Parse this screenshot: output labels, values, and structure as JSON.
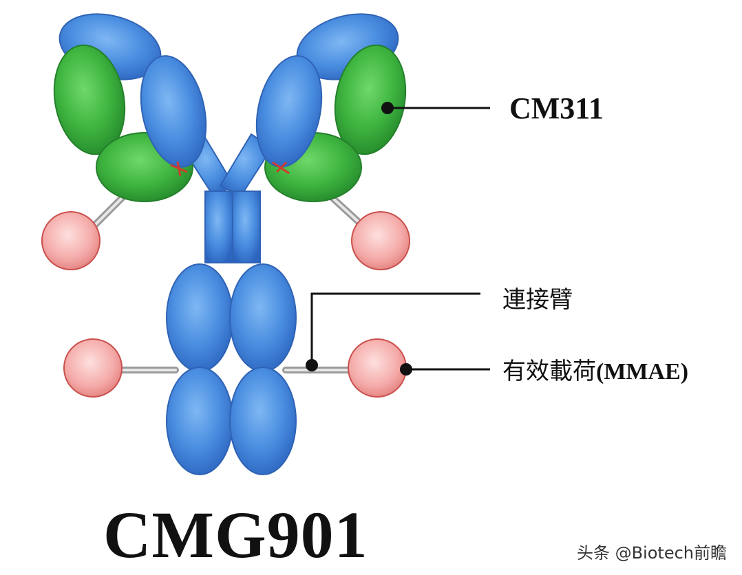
{
  "labels": {
    "antibody": "CM311",
    "linker": "連接臂",
    "payload_cn": "有效載荷",
    "payload_latin": "(MMAE)",
    "title": "CMG901"
  },
  "watermark": "头条 @Biotech前瞻",
  "colors": {
    "heavy_chain": "#3d7fd4",
    "light_chain": "#37b043",
    "payload": "#f2a8a6",
    "linker": "#b0b0b0",
    "leader_line": "#111111"
  }
}
